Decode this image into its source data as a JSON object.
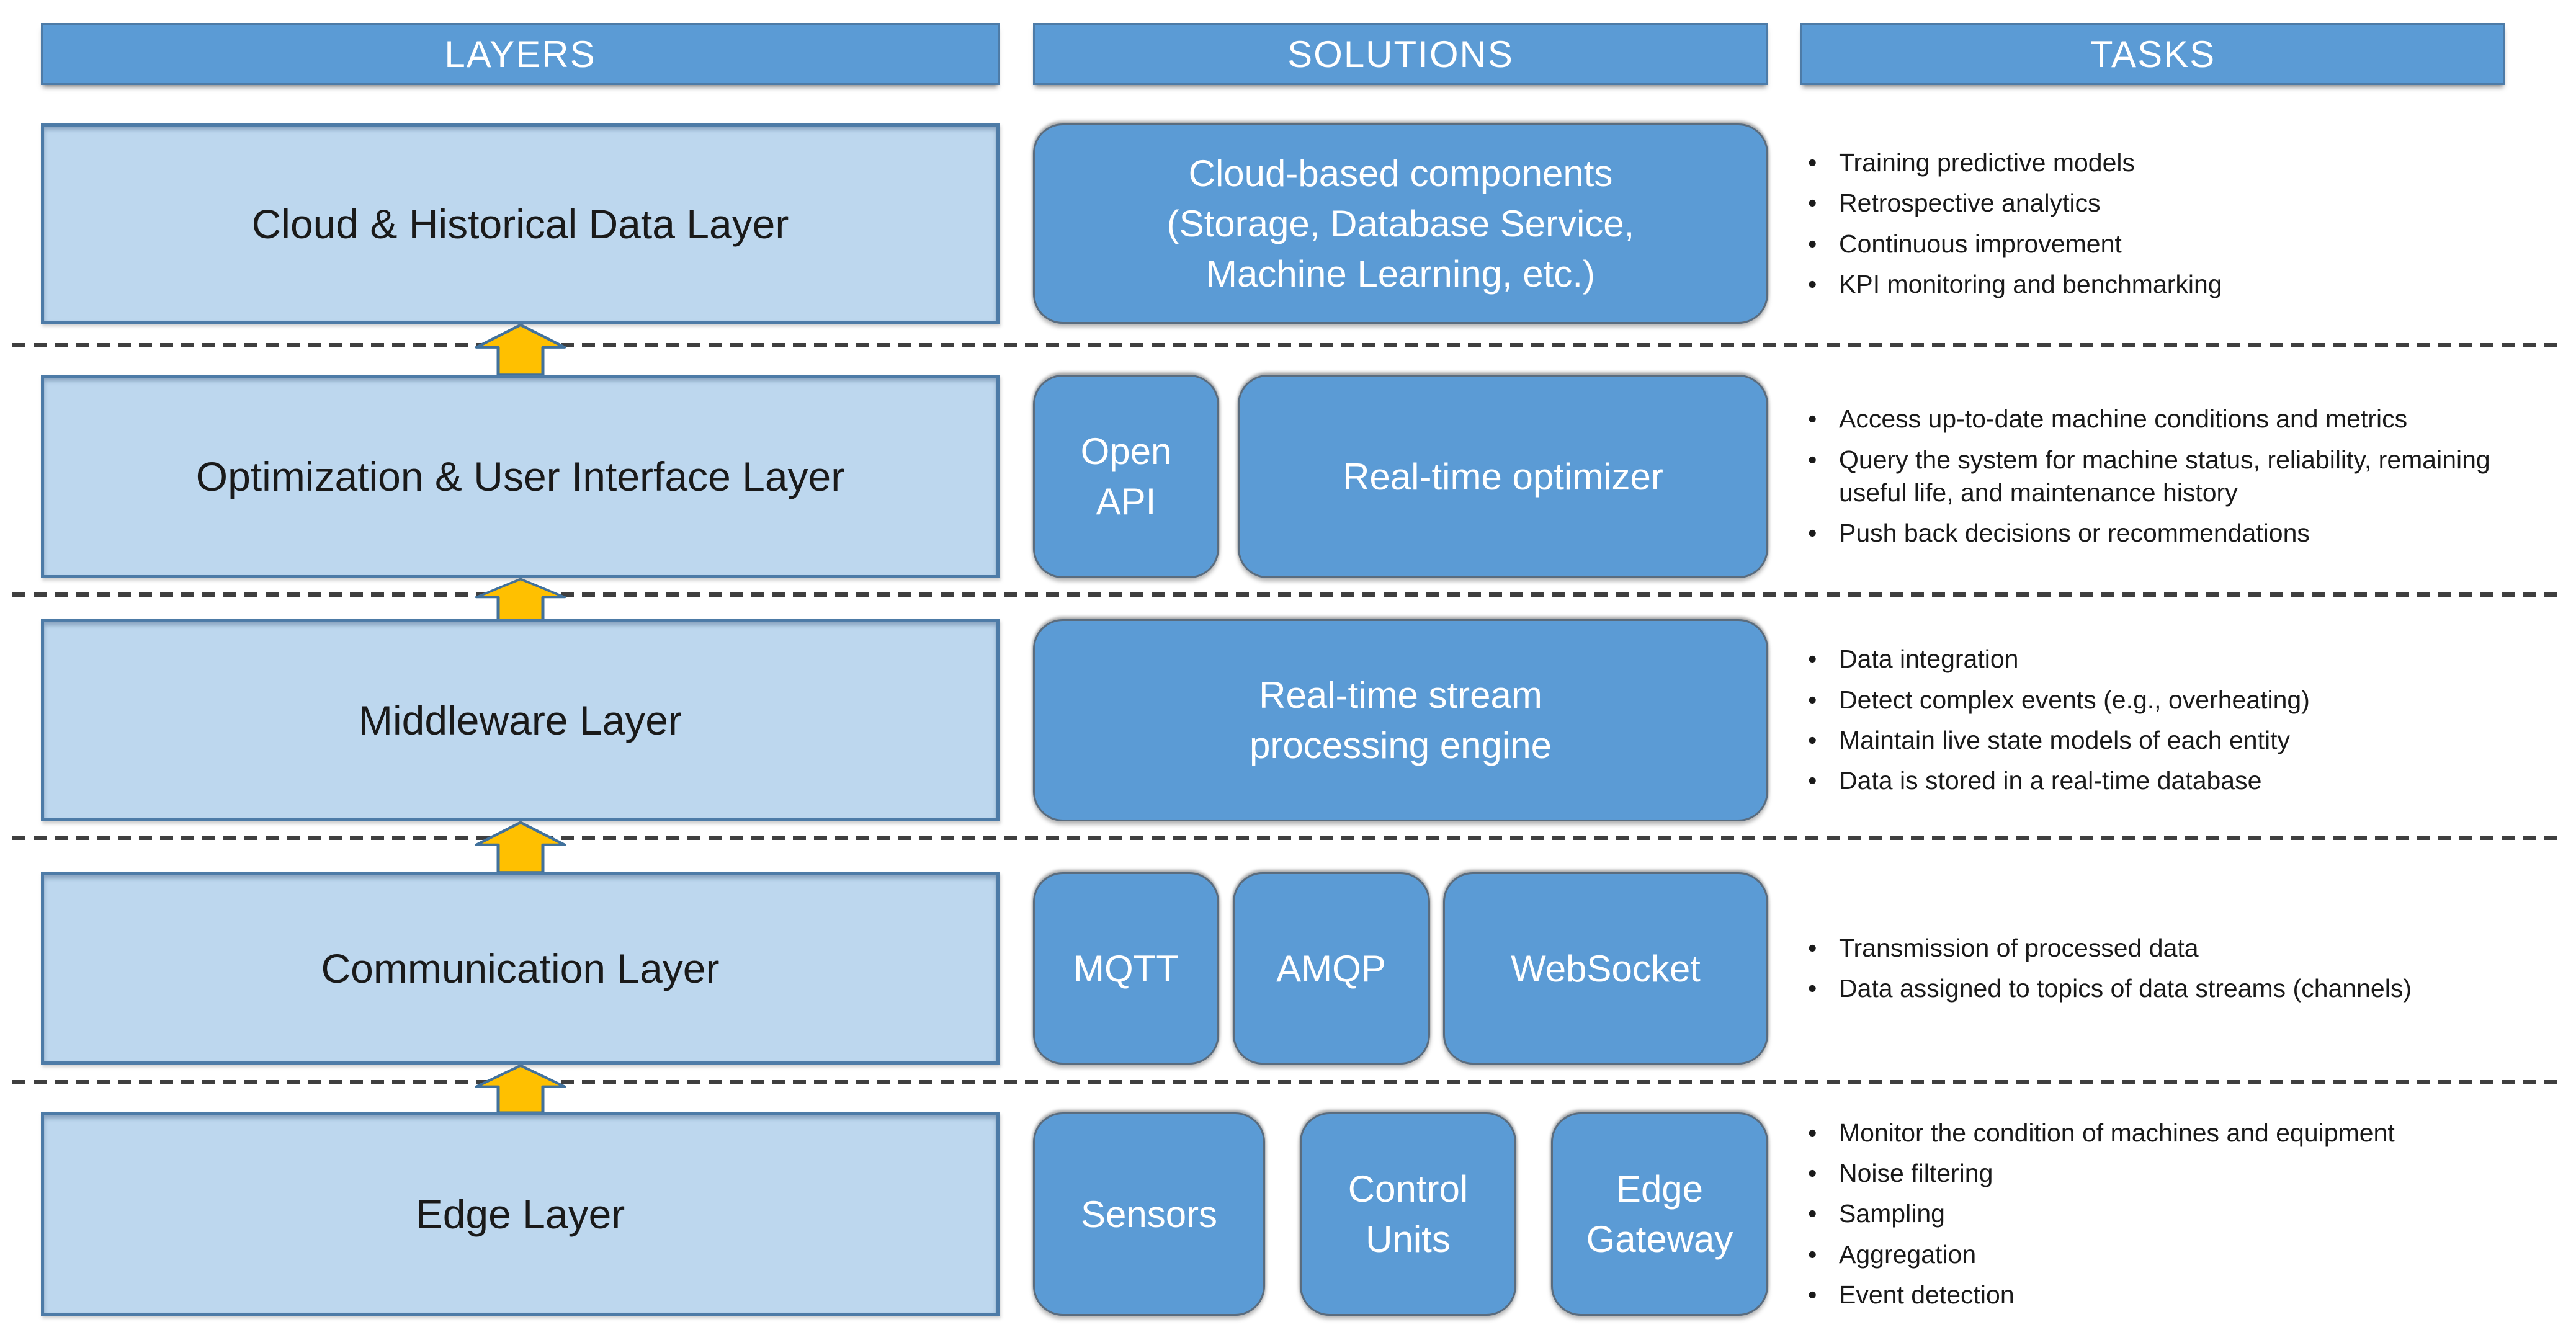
{
  "headers": {
    "layers": "LAYERS",
    "solutions": "SOLUTIONS",
    "tasks": "TASKS"
  },
  "bullet_char": "•",
  "rows": [
    {
      "layer": "Cloud & Historical Data Layer",
      "solutions": [
        {
          "label": "Cloud-based components (Storage, Database Service, Machine Learning, etc.)"
        }
      ],
      "tasks": [
        "Training predictive models",
        "Retrospective analytics",
        "Continuous improvement",
        "KPI monitoring and benchmarking"
      ]
    },
    {
      "layer": "Optimization & User Interface Layer",
      "solutions": [
        {
          "label": "Open API"
        },
        {
          "label": "Real-time optimizer"
        }
      ],
      "tasks": [
        "Access up-to-date machine conditions and metrics",
        "Query the system for machine status, reliability, remaining useful life, and maintenance history",
        "Push back decisions or recommendations"
      ]
    },
    {
      "layer": "Middleware Layer",
      "solutions": [
        {
          "label": "Real-time stream processing engine"
        }
      ],
      "tasks": [
        "Data integration",
        "Detect complex events (e.g., overheating)",
        "Maintain live state models of each entity",
        "Data is stored in a real-time database"
      ]
    },
    {
      "layer": "Communication Layer",
      "solutions": [
        {
          "label": "MQTT"
        },
        {
          "label": "AMQP"
        },
        {
          "label": "WebSocket"
        }
      ],
      "tasks": [
        "Transmission of processed data",
        "Data assigned to topics of data streams (channels)"
      ]
    },
    {
      "layer": "Edge Layer",
      "solutions": [
        {
          "label": "Sensors"
        },
        {
          "label": "Control Units"
        },
        {
          "label": "Edge Gateway"
        }
      ],
      "tasks": [
        "Monitor the condition of machines and equipment",
        "Noise filtering",
        "Sampling",
        "Aggregation",
        "Event detection"
      ]
    }
  ],
  "colors": {
    "header_fill": "#5B9BD5",
    "solution_fill": "#5B9BD5",
    "layer_fill": "#BDD7EE",
    "box_border": "#4d7ba7",
    "arrow_fill": "#FFC000",
    "arrow_border": "#41719C",
    "dash_color": "#3f3f3f",
    "text_dark": "#1a1a1a",
    "text_light": "#ffffff"
  }
}
